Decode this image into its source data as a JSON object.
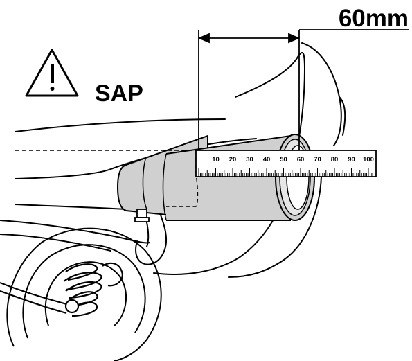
{
  "dimension": {
    "label": "60mm"
  },
  "warning": {
    "icon": "warning-triangle-icon",
    "label": "SAP"
  },
  "ruler": {
    "tick_labels": [
      "10",
      "20",
      "30",
      "40",
      "50",
      "60",
      "70",
      "80",
      "90",
      "100"
    ]
  }
}
